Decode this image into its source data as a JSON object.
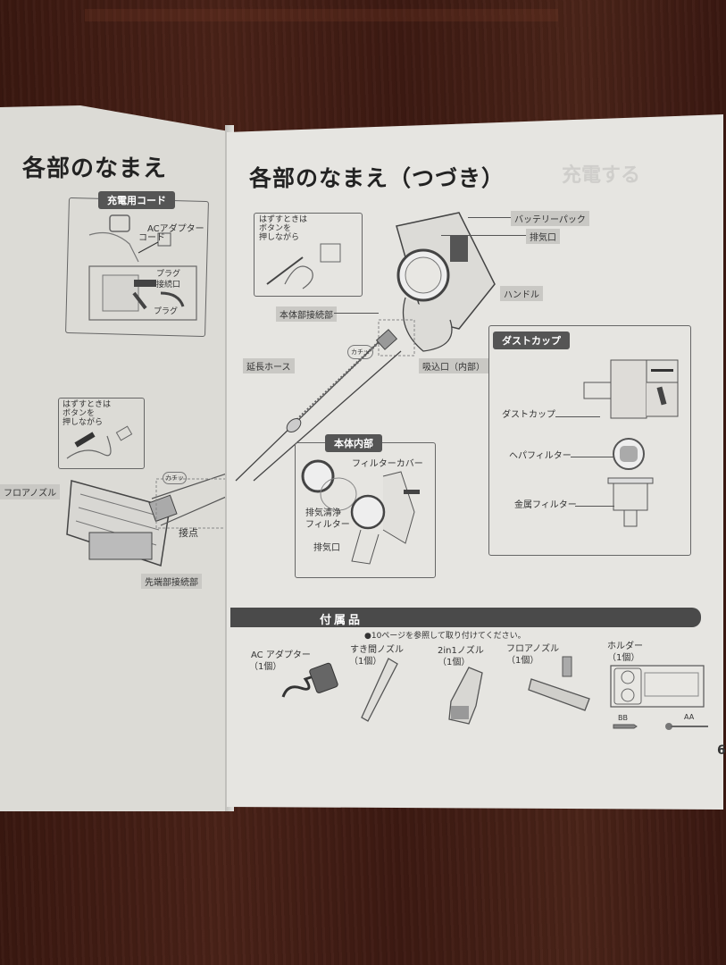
{
  "left_page": {
    "title": "各部のなまえ",
    "charging_cord_section": {
      "tab": "充電用コード",
      "labels": {
        "ac_adapter": "ACアダプター",
        "cord": "コード",
        "plug_port": "プラグ\n接続口",
        "plug": "プラグ"
      }
    },
    "nozzle_section": {
      "callout": "はずすときは\nボタンを\n押しながら",
      "click_sound": "カチッ",
      "labels": {
        "floor_nozzle": "フロアノズル",
        "contact": "接点",
        "tip_connector": "先端部接続部"
      }
    }
  },
  "right_page": {
    "title": "各部のなまえ（つづき）",
    "main_diagram": {
      "callout": "はずすときは\nボタンを\n押しながら",
      "click_sound": "カチッ",
      "labels": {
        "battery_pack": "バッテリーパック",
        "exhaust": "排気口",
        "handle": "ハンドル",
        "body_connector": "本体部接続部",
        "extension_hose": "延長ホース",
        "intake": "吸込口（内部）"
      }
    },
    "dust_cup_section": {
      "tab": "ダストカップ",
      "labels": {
        "dust_cup": "ダストカップ",
        "hepa_filter": "ヘパフィルター",
        "metal_filter": "金属フィルター"
      }
    },
    "body_interior_section": {
      "tab": "本体内部",
      "labels": {
        "filter_cover": "フィルターカバー",
        "exhaust_filter": "排気清浄\nフィルター",
        "exhaust": "排気口"
      }
    },
    "accessories": {
      "title": "付属品",
      "note": "●10ページを参照して取り付けてください。",
      "items": [
        {
          "name": "AC アダプター",
          "qty": "（1個）"
        },
        {
          "name": "すき間ノズル",
          "qty": "（1個）"
        },
        {
          "name": "2in1ノズル",
          "qty": "（1個）"
        },
        {
          "name": "フロアノズル",
          "qty": "（1個）"
        },
        {
          "name": "ホルダー",
          "qty": "（1個）"
        }
      ],
      "screw_labels": {
        "bb": "BB",
        "aa": "AA"
      }
    },
    "page_number": "6",
    "bleed_through_heading": "充電する"
  },
  "colors": {
    "wood": "#3f1c13",
    "paper": "#e5e4e0",
    "label_bg": "#c9c8c4",
    "dark_tab": "#4a4a4a"
  }
}
